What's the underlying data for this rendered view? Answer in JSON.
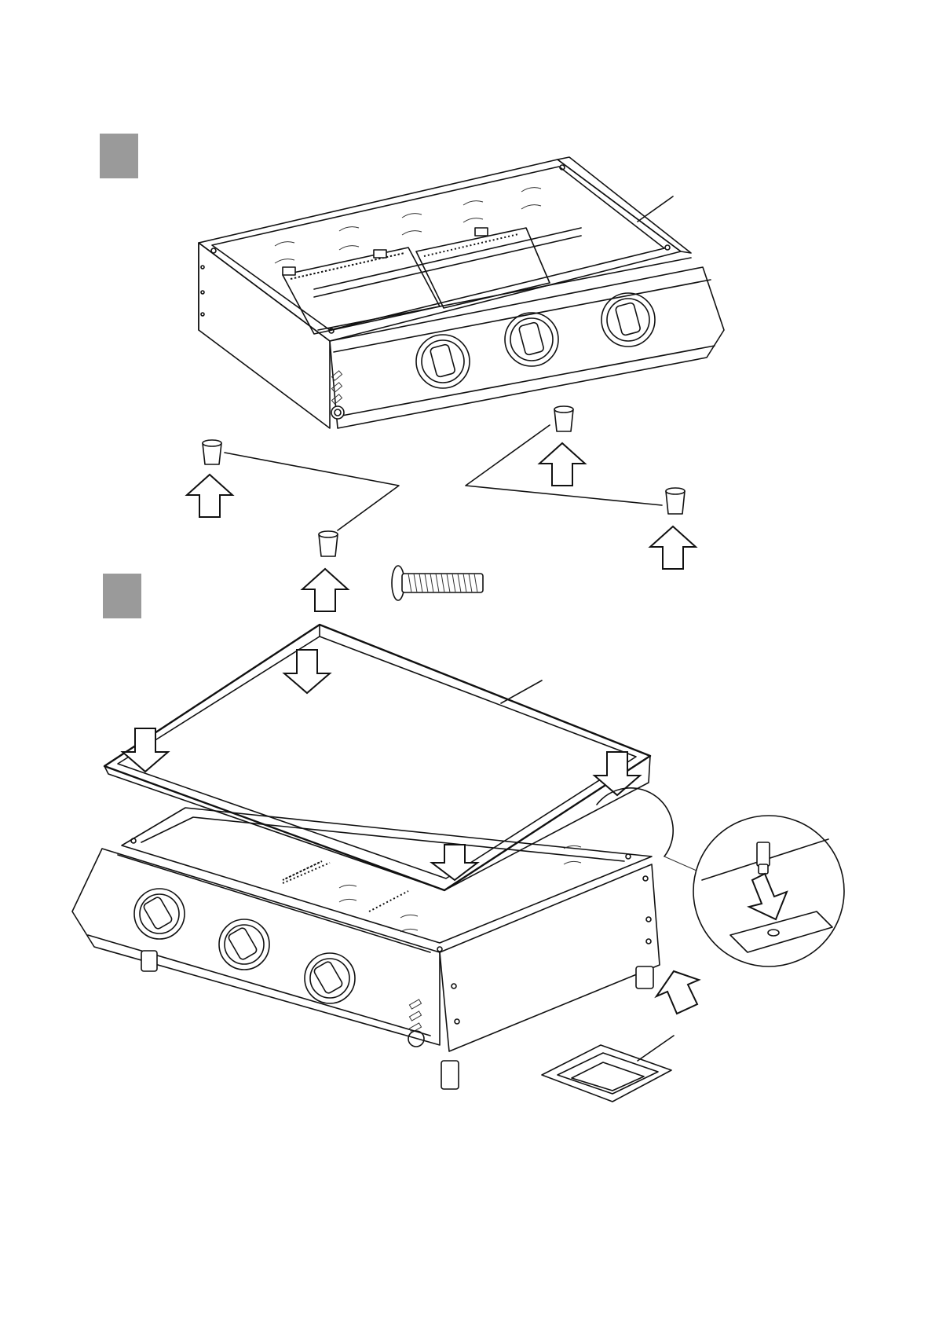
{
  "steps": [
    {
      "id": "step-1",
      "badge_color": "#9a9a9a"
    },
    {
      "id": "step-2",
      "badge_color": "#9a9a9a"
    }
  ],
  "colors": {
    "line": "#111111",
    "badge": "#9a9a9a",
    "background": "#ffffff"
  },
  "icons": [
    "rubber-foot-icon",
    "up-arrow-icon",
    "down-arrow-icon",
    "screw-icon",
    "grease-tray-icon",
    "knob-icon",
    "detail-magnifier-icon"
  ],
  "counts": {
    "rubber_feet": 4,
    "control_knobs": 3,
    "down_arrows": 5,
    "up_arrows": 4
  }
}
